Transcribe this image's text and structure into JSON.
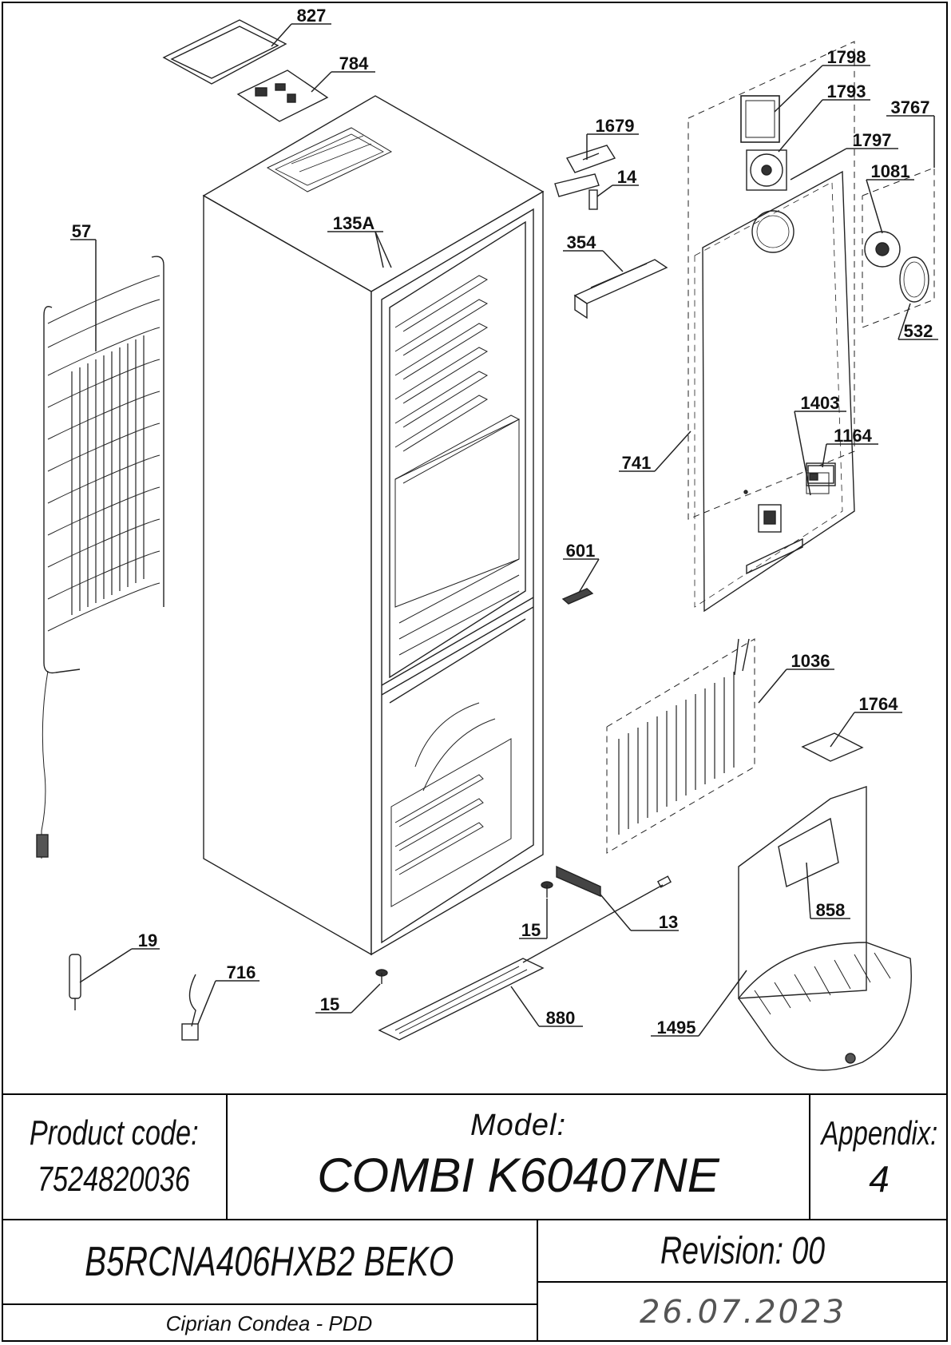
{
  "callouts": [
    "827",
    "784",
    "1679",
    "14",
    "354",
    "1798",
    "1793",
    "1797",
    "3767",
    "1081",
    "532",
    "57",
    "135A",
    "741",
    "1403",
    "1164",
    "601",
    "1036",
    "1764",
    "858",
    "13",
    "15",
    "15",
    "19",
    "716",
    "880",
    "1495"
  ],
  "title_block": {
    "product_code_label": "Product code:",
    "product_code": "7524820036",
    "model_label": "Model:",
    "model": "COMBI K60407NE",
    "appendix_label": "Appendix:",
    "appendix": "4",
    "variant": "B5RCNA406HXB2 BEKO",
    "revision": "Revision: 00",
    "author": "Ciprian Condea - PDD",
    "date": "26.07.2023"
  }
}
